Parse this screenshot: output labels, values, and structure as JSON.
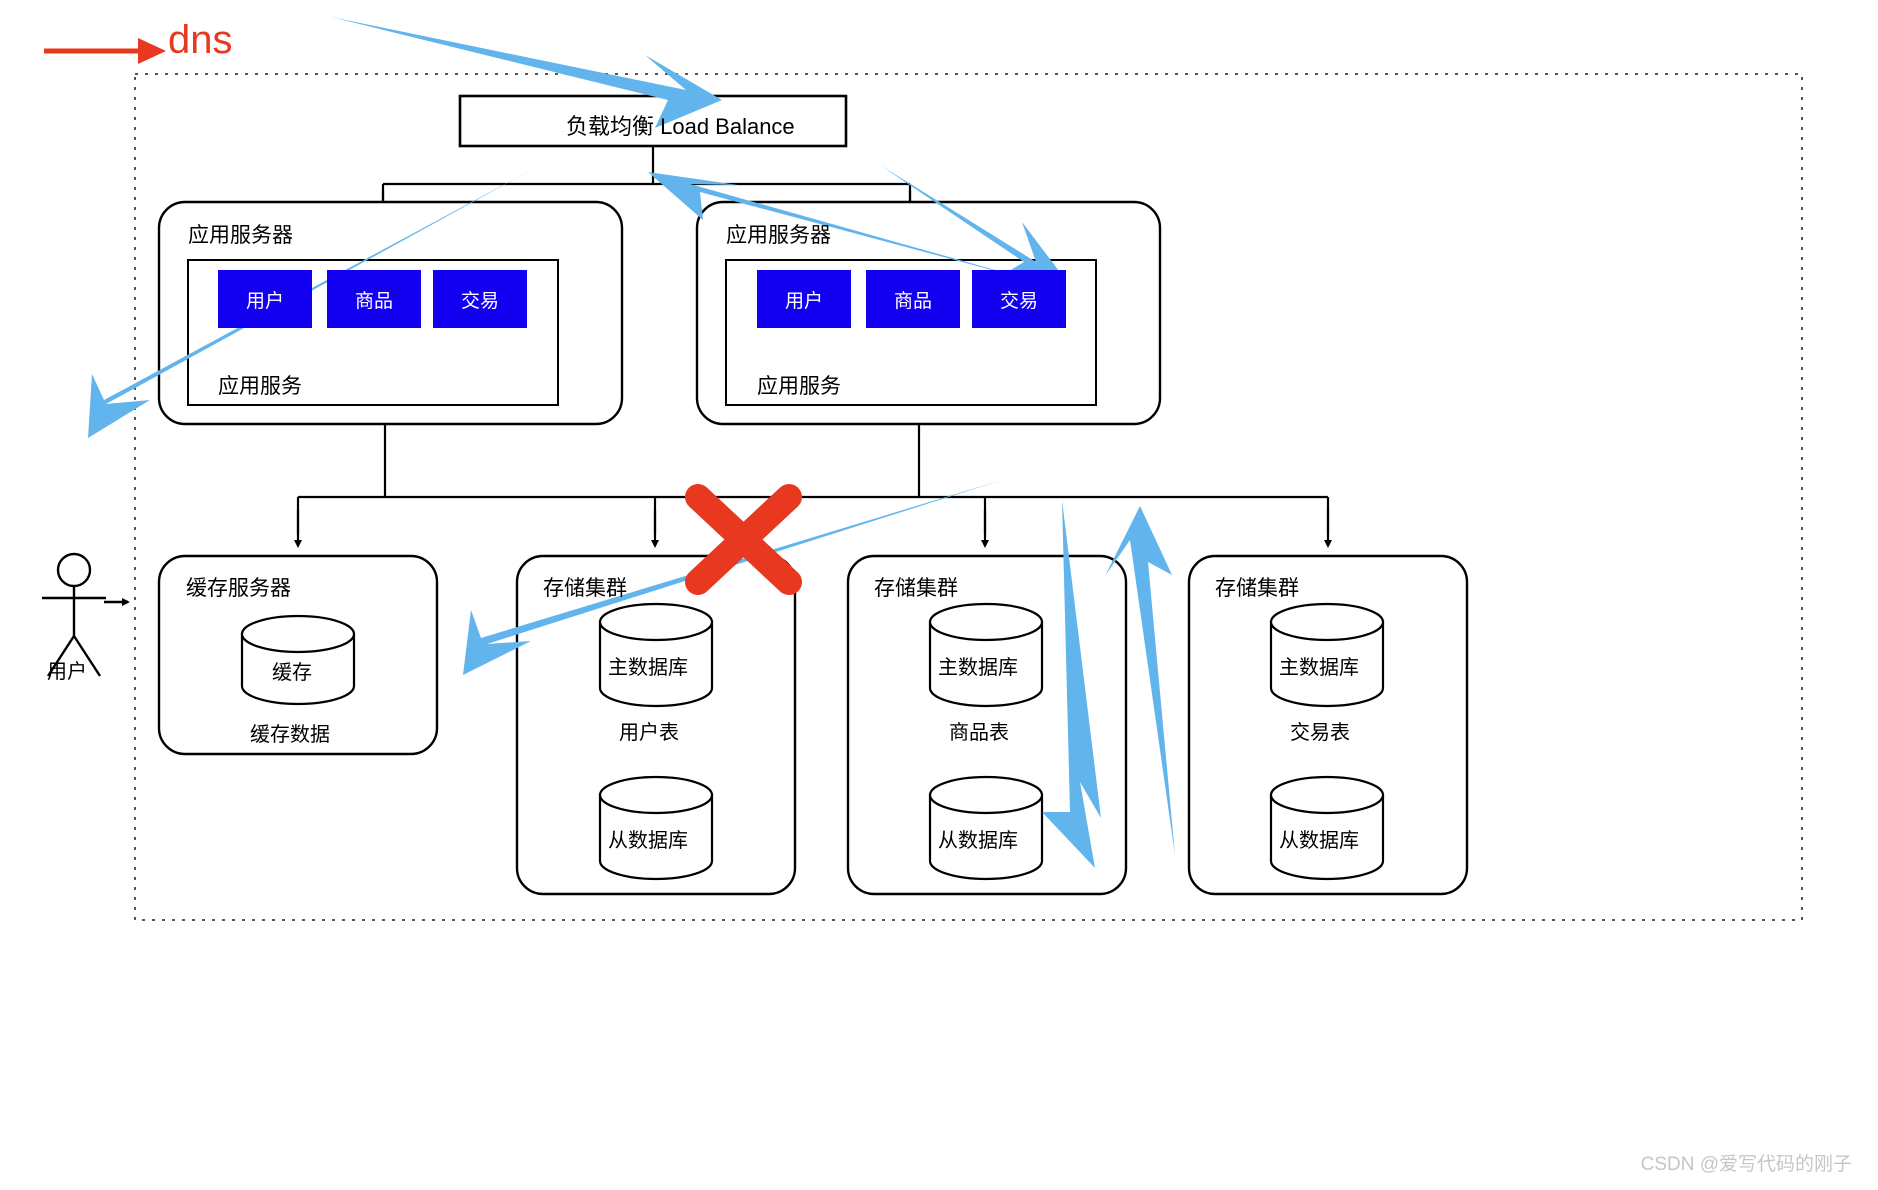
{
  "colors": {
    "annotation_blue": "#62b4ec",
    "annotation_red": "#e8381f",
    "service_blue": "#1400f0",
    "line_black": "#000000",
    "watermark_gray": "#c6c6c6",
    "background": "#ffffff"
  },
  "annotations": {
    "dns_label": "dns",
    "dns_arrow": "red-arrow-right",
    "cross_mark": "red-x-mark",
    "blue_arrows_count": 6
  },
  "watermark": "CSDN @爱写代码的刚子",
  "actor": {
    "name": "用户",
    "icon": "stick-figure-user"
  },
  "load_balancer": {
    "label": "负载均衡 Load Balance"
  },
  "app_servers": [
    {
      "title": "应用服务器",
      "group_label": "应用服务",
      "services": [
        "用户",
        "商品",
        "交易"
      ]
    },
    {
      "title": "应用服务器",
      "group_label": "应用服务",
      "services": [
        "用户",
        "商品",
        "交易"
      ]
    }
  ],
  "cache_server": {
    "title": "缓存服务器",
    "db_label": "缓存",
    "caption": "缓存数据"
  },
  "storage_clusters": [
    {
      "title": "存储集群",
      "primary_db": "主数据库",
      "caption": "用户表",
      "replica_db": "从数据库"
    },
    {
      "title": "存储集群",
      "primary_db": "主数据库",
      "caption": "商品表",
      "replica_db": "从数据库"
    },
    {
      "title": "存储集群",
      "primary_db": "主数据库",
      "caption": "交易表",
      "replica_db": "从数据库"
    }
  ]
}
